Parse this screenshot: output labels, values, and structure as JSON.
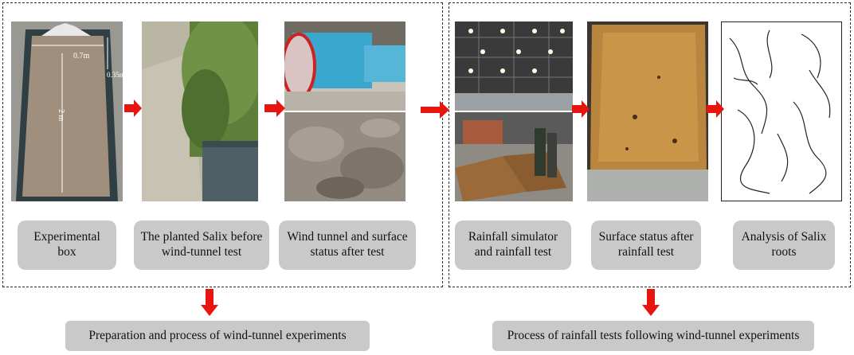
{
  "steps": [
    {
      "label": "Experimental box"
    },
    {
      "label": "The planted Salix before wind-tunnel test"
    },
    {
      "label": "Wind tunnel and surface status after test"
    },
    {
      "label": "Rainfall simulator and rainfall test"
    },
    {
      "label": "Surface status after rainfall test"
    },
    {
      "label": "Analysis of Salix roots"
    }
  ],
  "box_dims": {
    "width": "0.7m",
    "height": "0.35m",
    "length": "2 m"
  },
  "outcomes": {
    "left": "Preparation and process of wind-tunnel experiments",
    "right": "Process of rainfall tests following wind-tunnel experiments"
  },
  "colors": {
    "arrow": "#e8150f",
    "label_bg": "#c9c9c9"
  }
}
